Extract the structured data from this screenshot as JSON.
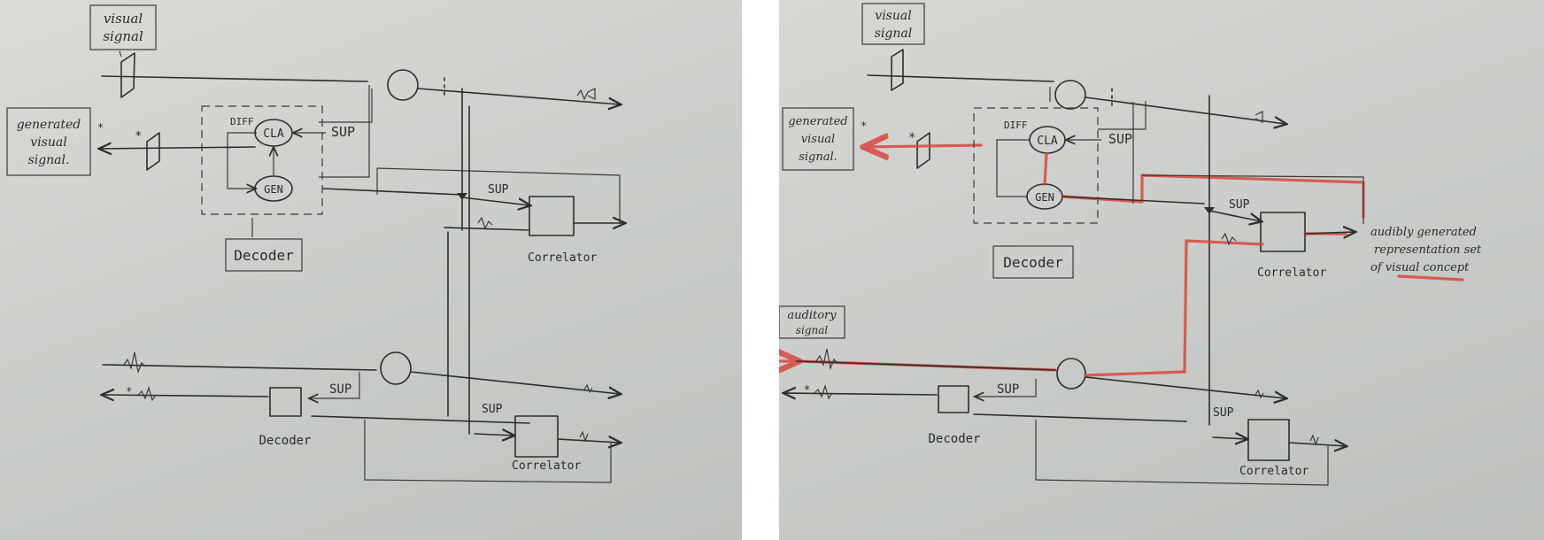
{
  "labels": {
    "visual_signal": [
      "visual",
      "signal"
    ],
    "generated_visual_signal": [
      "generated",
      "visual",
      "signal."
    ],
    "auditory_signal": [
      "auditory",
      "signal"
    ],
    "audibly_generated": [
      "audibly generated",
      "representation set",
      "of visual concept"
    ],
    "diff": "DIFF",
    "cla": "CLA",
    "gen": "GEN",
    "sup": "SUP",
    "decoder": "Decoder",
    "correlator": "Correlator",
    "star": "*"
  },
  "colors": {
    "ink": "#2d2d2d",
    "highlight": "#d9473f",
    "paper": "#cfd1cd"
  }
}
